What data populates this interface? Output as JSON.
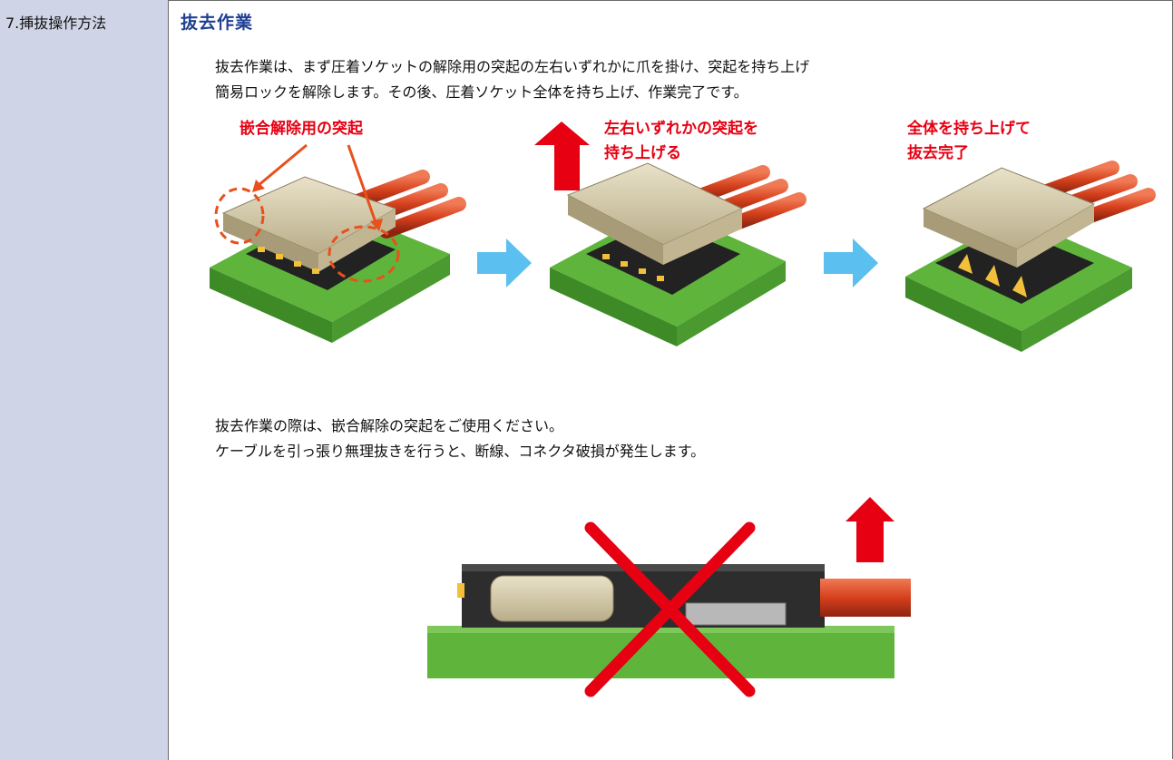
{
  "section": {
    "label": "7.挿抜操作方法",
    "title": "抜去作業"
  },
  "intro": {
    "line1": "抜去作業は、まず圧着ソケットの解除用の突起の左右いずれかに爪を掛け、突起を持ち上げ",
    "line2": "簡易ロックを解除します。その後、圧着ソケット全体を持ち上げ、作業完了です。"
  },
  "steps": [
    {
      "caption_lines": [
        "嵌合解除用の突起"
      ]
    },
    {
      "caption_lines": [
        "左右いずれかの突起を",
        "持ち上げる"
      ]
    },
    {
      "caption_lines": [
        "全体を持ち上げて",
        "抜去完了"
      ]
    }
  ],
  "note": {
    "line1": "抜去作業の際は、嵌合解除の突起をご使用ください。",
    "line2": "ケーブルを引っ張り無理抜きを行うと、断線、コネクタ破損が発生します。"
  },
  "colors": {
    "sidebar": "#cfd5e6",
    "title": "#1f3f93",
    "caption_red": "#e60012",
    "arrow_blue": "#5bbff0",
    "pcb_green": "#5fb43c",
    "metal": "#cfc4a4",
    "cable": "#d6401c"
  },
  "icons": [
    "up-arrow-icon",
    "right-arrow-icon",
    "cross-mark-icon"
  ]
}
